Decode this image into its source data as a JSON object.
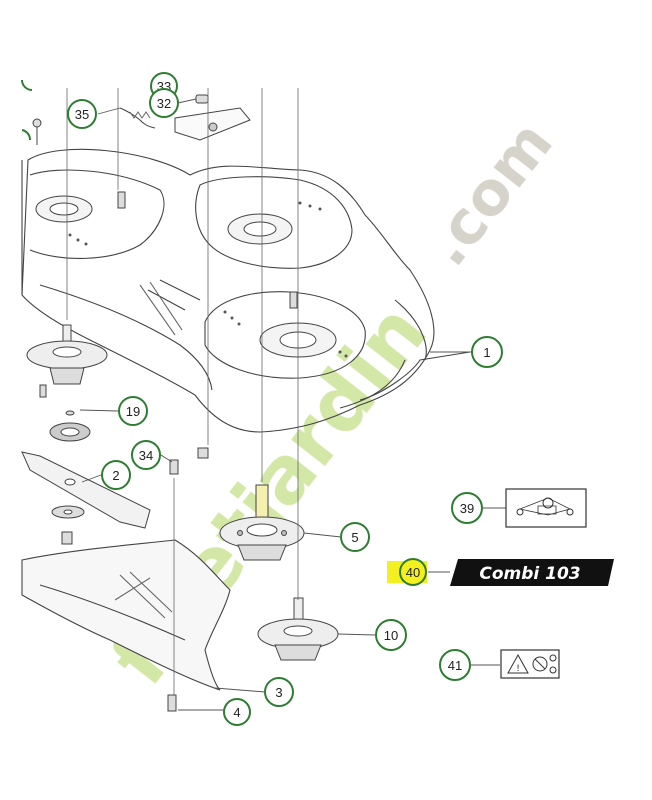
{
  "callouts": {
    "c1": "1",
    "c2": "2",
    "c3": "3",
    "c4": "4",
    "c5": "5",
    "c10": "10",
    "c19": "19",
    "c32": "32",
    "c33": "33",
    "c34": "34",
    "c35": "35",
    "c39": "39",
    "c40": "40",
    "c41": "41"
  },
  "decal": {
    "label": "Combi 103"
  },
  "watermark": {
    "text": "fixetjardin.com"
  },
  "colors": {
    "callout_ring": "#2e7d32",
    "highlight": "#f4ef1e",
    "watermark_green": "#c5e08a",
    "watermark_grey": "#c9c5b8",
    "line": "#555555",
    "badge_fill": "#111111"
  }
}
